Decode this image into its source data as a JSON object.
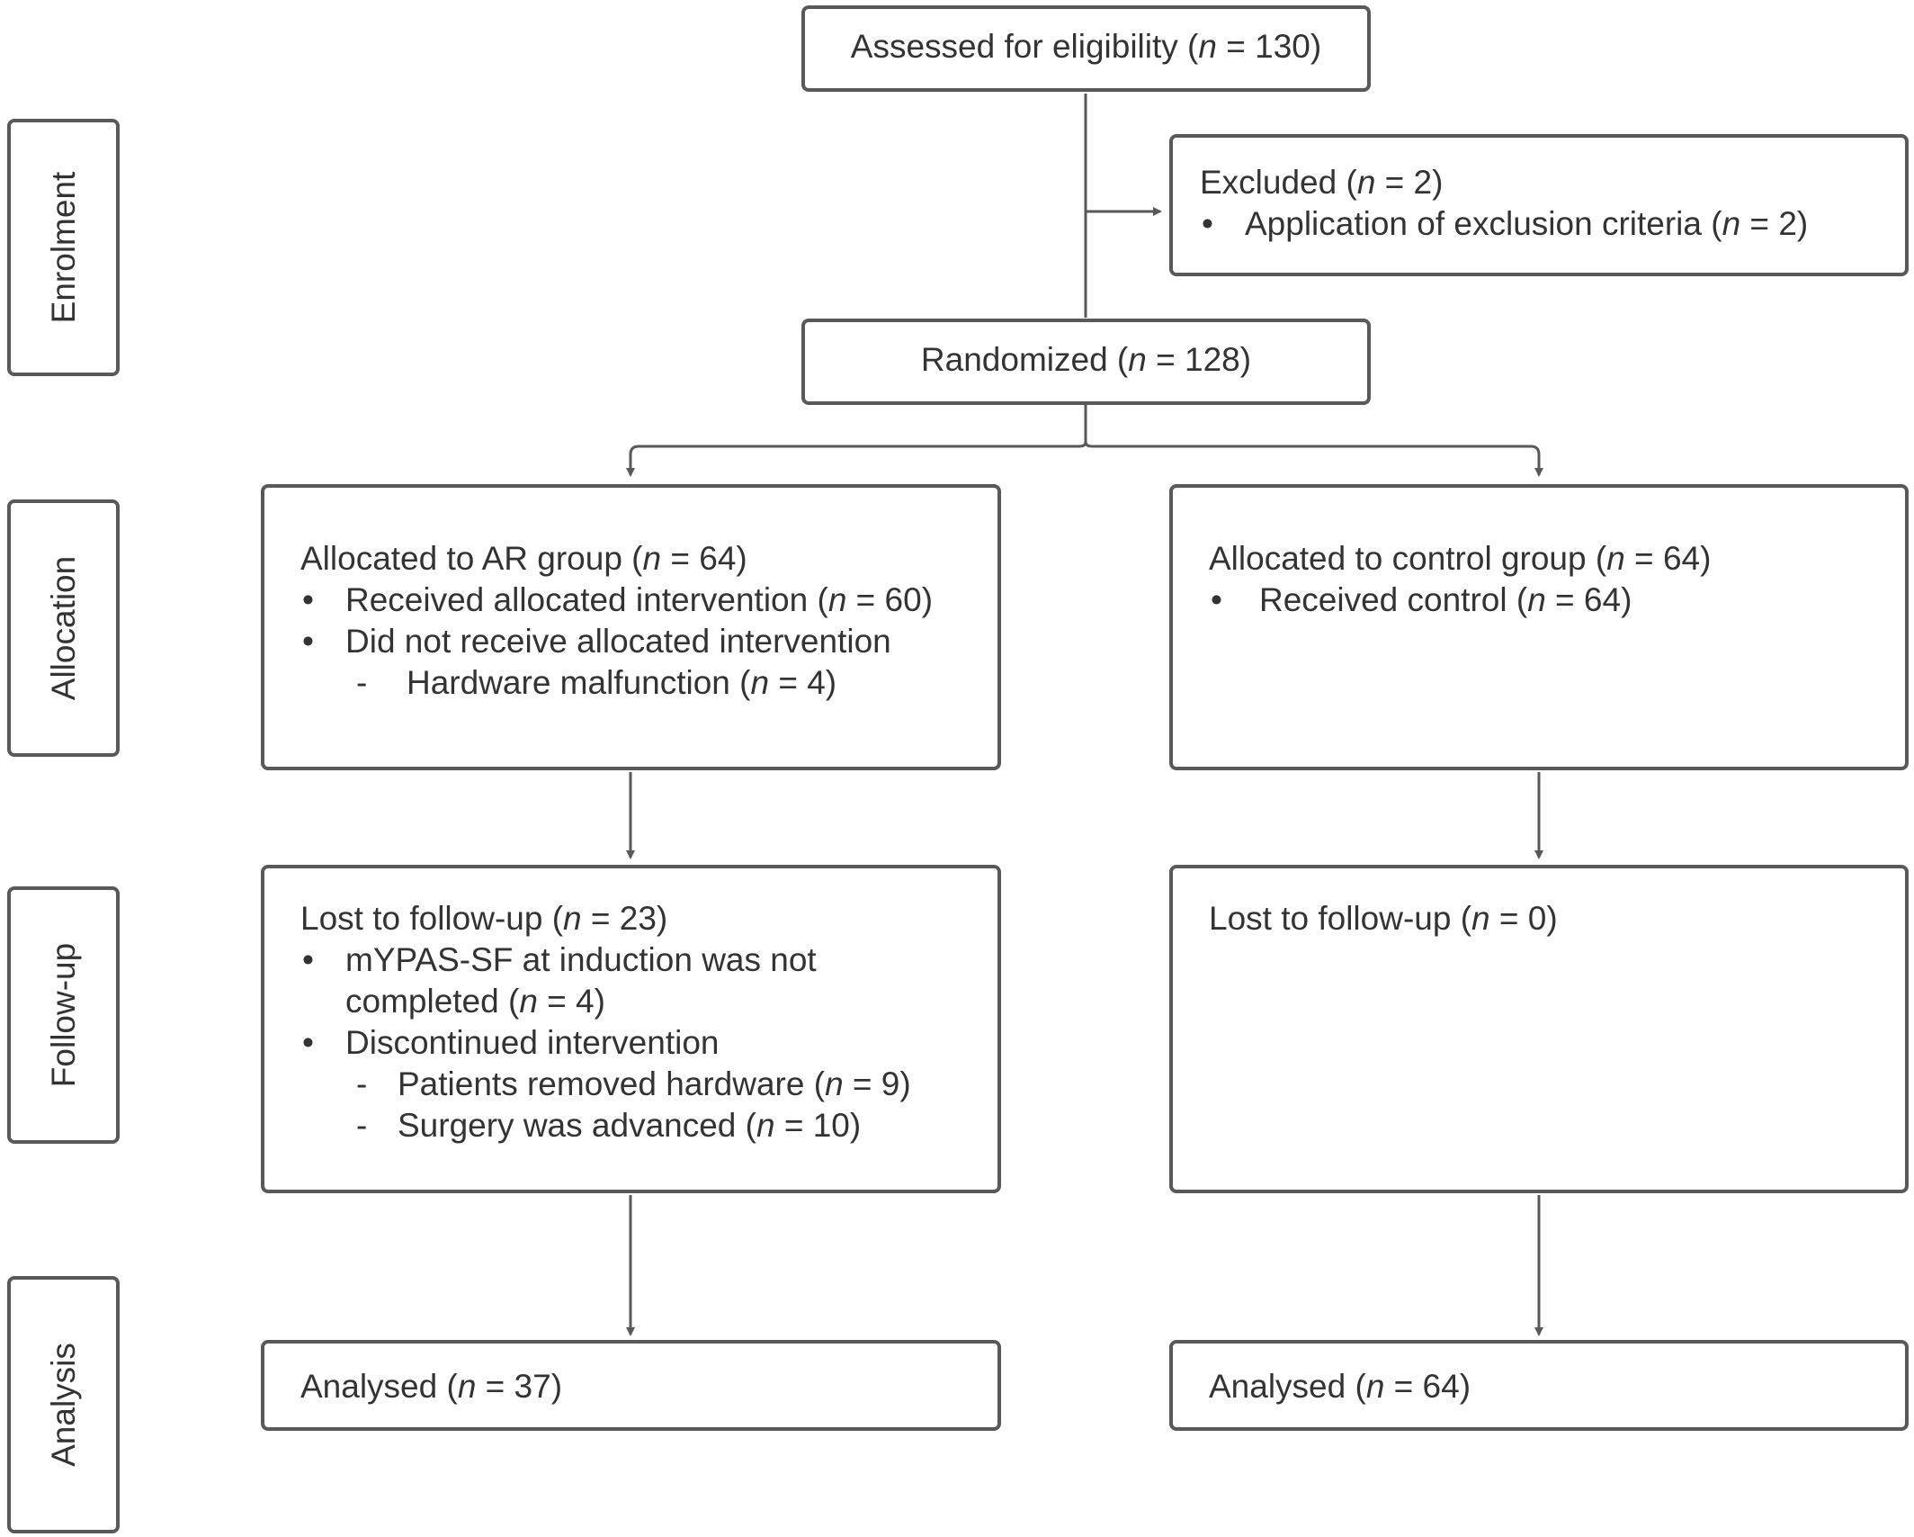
{
  "stages": {
    "enrolment": "Enrolment",
    "allocation": "Allocation",
    "followup": "Follow-up",
    "analysis": "Analysis"
  },
  "assessed": {
    "label": "Assessed for eligibility (",
    "n_symbol": "n",
    "value": " = 130)"
  },
  "excluded": {
    "label": "Excluded (",
    "n_symbol": "n",
    "value": " = 2)",
    "bullet": "•",
    "reason": "Application of exclusion criteria (",
    "reason_value": " = 2)"
  },
  "randomized": {
    "label": "Randomized (",
    "n_symbol": "n",
    "value": " = 128)"
  },
  "ar_allocation": {
    "title": "Allocated to AR group (",
    "title_value": " = 64)",
    "bullet": "•",
    "received": "Received allocated intervention (",
    "received_value": " = 60)",
    "not_received": "Did not receive allocated intervention",
    "dash": "-",
    "hardware": "Hardware malfunction (",
    "hardware_value": " = 4)"
  },
  "control_allocation": {
    "title": "Allocated to control group (",
    "title_value": " = 64)",
    "bullet": "•",
    "received": "Received control (",
    "received_value": " = 64)"
  },
  "ar_followup": {
    "title": "Lost to follow-up (",
    "title_value": " = 23)",
    "bullet": "•",
    "mypas_line1": "mYPAS-SF at induction was not",
    "mypas_line2": "completed (",
    "mypas_value": " = 4)",
    "discontinued": "Discontinued intervention",
    "dash": "-",
    "removed": "Patients removed hardware (",
    "removed_value": " = 9)",
    "advanced": "Surgery was advanced (",
    "advanced_value": " = 10)"
  },
  "control_followup": {
    "title": "Lost to follow-up (",
    "title_value": " = 0)"
  },
  "ar_analysis": {
    "title": "Analysed (",
    "title_value": " = 37)"
  },
  "control_analysis": {
    "title": "Analysed (",
    "title_value": " = 64)"
  },
  "n_symbol": "n",
  "colors": {
    "border": "#595959",
    "text": "#333333",
    "background": "#ffffff"
  }
}
